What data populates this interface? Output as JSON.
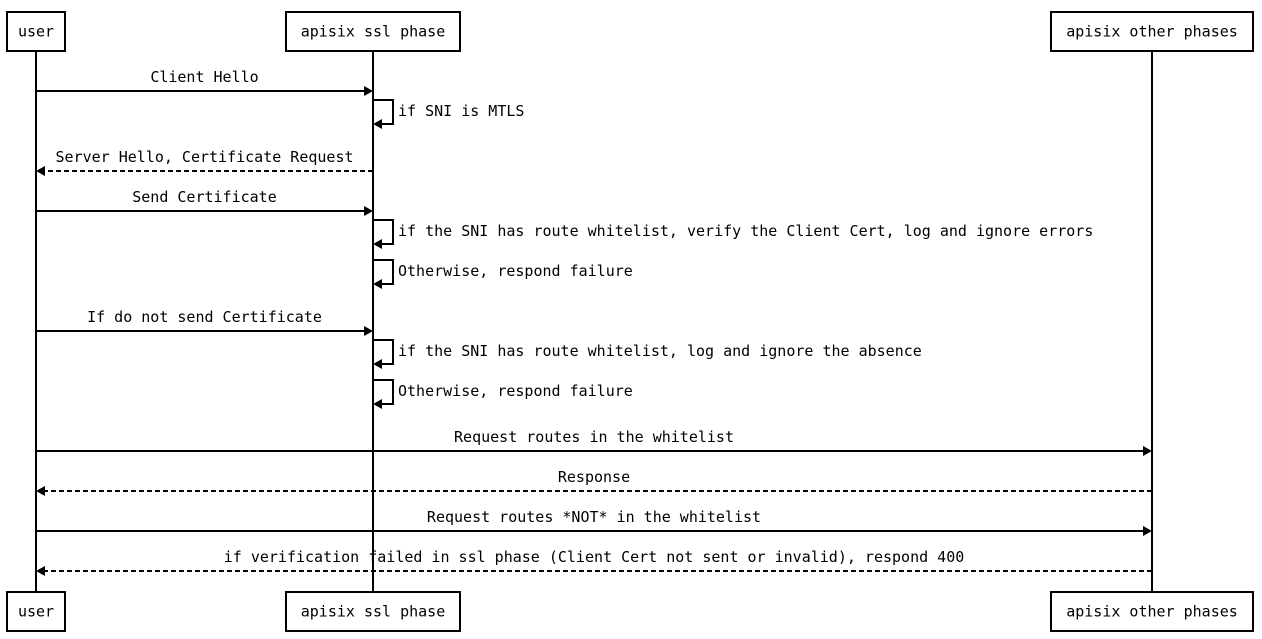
{
  "participants": [
    {
      "id": "user",
      "label": "user"
    },
    {
      "id": "ssl",
      "label": "apisix ssl phase"
    },
    {
      "id": "other",
      "label": "apisix other phases"
    }
  ],
  "messages": [
    {
      "from": "user",
      "to": "ssl",
      "label": "Client Hello",
      "style": "solid"
    },
    {
      "from": "ssl",
      "to": "ssl",
      "label": "if SNI is MTLS",
      "style": "solid"
    },
    {
      "from": "ssl",
      "to": "user",
      "label": "Server Hello, Certificate Request",
      "style": "dashed"
    },
    {
      "from": "user",
      "to": "ssl",
      "label": "Send Certificate",
      "style": "solid"
    },
    {
      "from": "ssl",
      "to": "ssl",
      "label": "if the SNI has route whitelist, verify the Client Cert, log and ignore errors",
      "style": "solid"
    },
    {
      "from": "ssl",
      "to": "ssl",
      "label": "Otherwise, respond failure",
      "style": "solid"
    },
    {
      "from": "user",
      "to": "ssl",
      "label": "If do not send Certificate",
      "style": "solid"
    },
    {
      "from": "ssl",
      "to": "ssl",
      "label": "if the SNI has route whitelist, log and ignore the absence",
      "style": "solid"
    },
    {
      "from": "ssl",
      "to": "ssl",
      "label": "Otherwise, respond failure",
      "style": "solid"
    },
    {
      "from": "user",
      "to": "other",
      "label": "Request routes in the whitelist",
      "style": "solid"
    },
    {
      "from": "other",
      "to": "user",
      "label": "Response",
      "style": "dashed"
    },
    {
      "from": "user",
      "to": "other",
      "label": "Request routes *NOT* in the whitelist",
      "style": "solid"
    },
    {
      "from": "other",
      "to": "user",
      "label": "if verification failed in ssl phase (Client Cert not sent or invalid), respond 400",
      "style": "dashed"
    }
  ]
}
